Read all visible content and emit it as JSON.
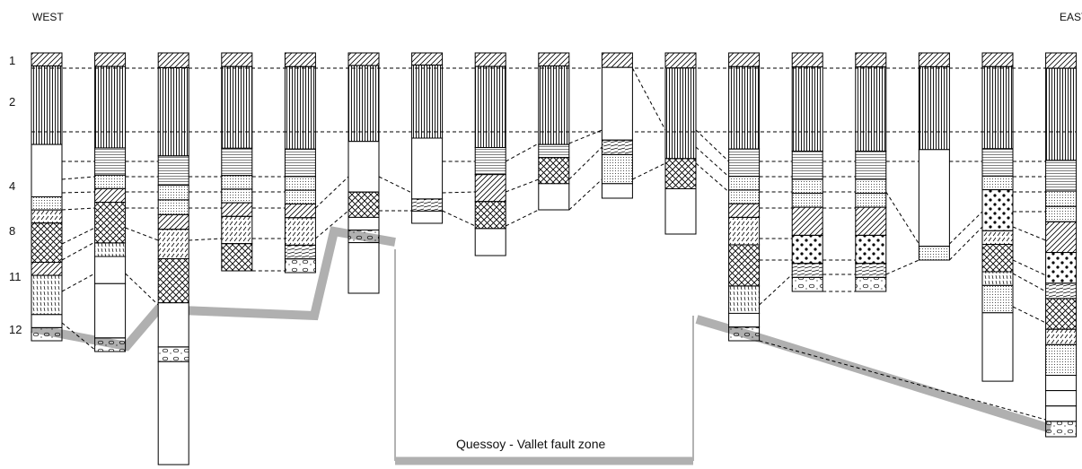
{
  "directions": {
    "west": "WEST",
    "east": "EAST"
  },
  "layer_numbers": [
    "1",
    "2",
    "4",
    "8",
    "11",
    "12"
  ],
  "fault_label": "Quessoy - Vallet fault zone",
  "fill_legend": {
    "d": "diagonal hatch",
    "v": "vertical lines",
    "h": "horizontal lines",
    "p": "fine stipple",
    "x": "cross-hatch",
    "s": "inclined strokes",
    "r": "short dashes",
    "o": "pebbles",
    "c": "coarse dots",
    "w": "blank",
    "b": "wavy bands"
  },
  "columns": [
    {
      "id": "c1",
      "segments": [
        [
          "d",
          1
        ],
        [
          "v",
          6
        ],
        [
          "w",
          4
        ],
        [
          "p",
          1
        ],
        [
          "s",
          1
        ],
        [
          "x",
          3
        ],
        [
          "d",
          1
        ],
        [
          "r",
          3
        ],
        [
          "w",
          1
        ],
        [
          "o",
          1
        ]
      ]
    },
    {
      "id": "c2",
      "segments": [
        [
          "d",
          1
        ],
        [
          "v",
          6
        ],
        [
          "h",
          2
        ],
        [
          "p",
          1
        ],
        [
          "d",
          1
        ],
        [
          "x",
          3
        ],
        [
          "r",
          1
        ],
        [
          "w",
          2
        ],
        [
          "w",
          4
        ],
        [
          "o",
          1
        ]
      ]
    },
    {
      "id": "c3",
      "segments": [
        [
          "d",
          1
        ],
        [
          "v",
          6
        ],
        [
          "h",
          2
        ],
        [
          "p",
          1
        ],
        [
          "p",
          1
        ],
        [
          "d",
          1
        ],
        [
          "s",
          2
        ],
        [
          "x",
          3
        ],
        [
          "w",
          3
        ],
        [
          "o",
          1
        ],
        [
          "w",
          7
        ]
      ]
    },
    {
      "id": "c4",
      "segments": [
        [
          "d",
          1
        ],
        [
          "v",
          6
        ],
        [
          "h",
          2
        ],
        [
          "p",
          1
        ],
        [
          "p",
          1
        ],
        [
          "d",
          1
        ],
        [
          "s",
          2
        ],
        [
          "x",
          2
        ]
      ]
    },
    {
      "id": "c5",
      "segments": [
        [
          "d",
          1
        ],
        [
          "v",
          6
        ],
        [
          "h",
          2
        ],
        [
          "p",
          1
        ],
        [
          "p",
          1
        ],
        [
          "d",
          1
        ],
        [
          "s",
          2
        ],
        [
          "b",
          1
        ],
        [
          "o",
          1
        ]
      ]
    },
    {
      "id": "c6",
      "segments": [
        [
          "d",
          1
        ],
        [
          "v",
          6
        ],
        [
          "w",
          4
        ],
        [
          "x",
          2
        ],
        [
          "w",
          1
        ],
        [
          "o",
          1
        ],
        [
          "w",
          4
        ]
      ]
    },
    {
      "id": "c7",
      "segments": [
        [
          "d",
          1
        ],
        [
          "v",
          6
        ],
        [
          "w",
          5
        ],
        [
          "b",
          1
        ],
        [
          "w",
          1
        ]
      ]
    },
    {
      "id": "c8",
      "segments": [
        [
          "d",
          1
        ],
        [
          "v",
          6
        ],
        [
          "h",
          2
        ],
        [
          "d",
          2
        ],
        [
          "x",
          2
        ],
        [
          "w",
          2
        ]
      ]
    },
    {
      "id": "c9",
      "segments": [
        [
          "d",
          1
        ],
        [
          "v",
          6
        ],
        [
          "h",
          1
        ],
        [
          "x",
          2
        ],
        [
          "w",
          2
        ]
      ]
    },
    {
      "id": "c10",
      "segments": [
        [
          "d",
          1
        ],
        [
          "w",
          5
        ],
        [
          "b",
          1
        ],
        [
          "p",
          2
        ],
        [
          "w",
          1
        ]
      ]
    },
    {
      "id": "c11",
      "segments": [
        [
          "d",
          1
        ],
        [
          "v",
          6
        ],
        [
          "x",
          2
        ],
        [
          "w",
          3
        ]
      ]
    },
    {
      "id": "c12",
      "segments": [
        [
          "d",
          1
        ],
        [
          "v",
          6
        ],
        [
          "h",
          2
        ],
        [
          "p",
          1
        ],
        [
          "p",
          1
        ],
        [
          "d",
          1
        ],
        [
          "s",
          2
        ],
        [
          "x",
          3
        ],
        [
          "r",
          2
        ],
        [
          "w",
          1
        ],
        [
          "o",
          1
        ]
      ]
    },
    {
      "id": "c13",
      "segments": [
        [
          "d",
          1
        ],
        [
          "v",
          6
        ],
        [
          "h",
          2
        ],
        [
          "p",
          1
        ],
        [
          "p",
          1
        ],
        [
          "d",
          2
        ],
        [
          "c",
          2
        ],
        [
          "b",
          1
        ],
        [
          "o",
          1
        ]
      ]
    },
    {
      "id": "c14",
      "segments": [
        [
          "d",
          1
        ],
        [
          "v",
          6
        ],
        [
          "h",
          2
        ],
        [
          "p",
          1
        ],
        [
          "p",
          1
        ],
        [
          "d",
          2
        ],
        [
          "c",
          2
        ],
        [
          "b",
          1
        ],
        [
          "o",
          1
        ]
      ]
    },
    {
      "id": "c15",
      "segments": [
        [
          "d",
          1
        ],
        [
          "v",
          6
        ],
        [
          "w",
          7
        ],
        [
          "p",
          1
        ]
      ]
    },
    {
      "id": "c16",
      "segments": [
        [
          "d",
          1
        ],
        [
          "v",
          6
        ],
        [
          "h",
          2
        ],
        [
          "p",
          1
        ],
        [
          "c",
          3
        ],
        [
          "s",
          1
        ],
        [
          "x",
          2
        ],
        [
          "r",
          1
        ],
        [
          "p",
          2
        ],
        [
          "w",
          5
        ]
      ]
    },
    {
      "id": "c17",
      "segments": [
        [
          "d",
          1
        ],
        [
          "v",
          6
        ],
        [
          "h",
          2
        ],
        [
          "p",
          1
        ],
        [
          "p",
          1
        ],
        [
          "d",
          2
        ],
        [
          "c",
          2
        ],
        [
          "b",
          1
        ],
        [
          "x",
          2
        ],
        [
          "s",
          1
        ],
        [
          "p",
          2
        ],
        [
          "w",
          1
        ],
        [
          "w",
          1
        ],
        [
          "w",
          1
        ],
        [
          "o",
          1
        ]
      ]
    }
  ]
}
